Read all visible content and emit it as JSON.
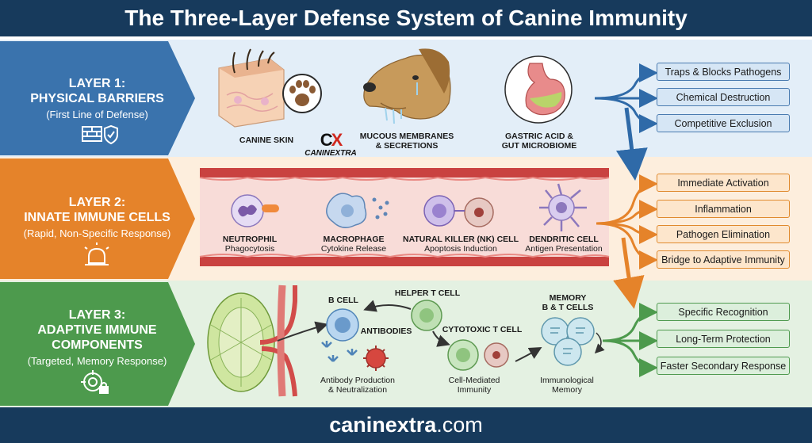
{
  "title": "The Three-Layer Defense System of Canine Immunity",
  "footer": {
    "brand_bold": "caninextra",
    "brand_rest": ".com"
  },
  "logo": {
    "mark_left": "C",
    "mark_right": "X",
    "word": "CANINEXTRA"
  },
  "colors": {
    "header": "#173a5c",
    "layer1": "#3a73ad",
    "layer2": "#e5832a",
    "layer3": "#4d9a4d"
  },
  "layers": [
    {
      "title_line1": "LAYER 1:",
      "title_line2": "PHYSICAL BARRIERS",
      "subtitle": "(First Line of Defense)",
      "icon": "shield-wall-icon",
      "items": [
        {
          "label": "CANINE SKIN"
        },
        {
          "label_line1": "MUCOUS MEMBRANES",
          "label_line2": "& SECRETIONS"
        },
        {
          "label_line1": "GASTRIC ACID &",
          "label_line2": "GUT MICROBIOME"
        }
      ],
      "outcomes": [
        "Traps & Blocks Pathogens",
        "Chemical Destruction",
        "Competitive Exclusion"
      ]
    },
    {
      "title_line1": "LAYER 2:",
      "title_line2": "INNATE IMMUNE CELLS",
      "subtitle": "(Rapid, Non-Specific Response)",
      "icon": "alarm-light-icon",
      "items": [
        {
          "name": "NEUTROPHIL",
          "role": "Phagocytosis"
        },
        {
          "name": "MACROPHAGE",
          "role": "Cytokine Release"
        },
        {
          "name": "NATURAL KILLER (NK) CELL",
          "role": "Apoptosis Induction"
        },
        {
          "name": "DENDRITIC CELL",
          "role": "Antigen Presentation"
        }
      ],
      "outcomes": [
        "Immediate Activation",
        "Inflammation",
        "Pathogen Elimination",
        "Bridge to Adaptive Immunity"
      ]
    },
    {
      "title_line1": "LAYER 3:",
      "title_line2": "ADAPTIVE IMMUNE",
      "title_line3": "COMPONENTS",
      "subtitle": "(Targeted, Memory Response)",
      "icon": "target-lock-icon",
      "labels": {
        "b_cell": "B CELL",
        "helper_t": "HELPER T CELL",
        "antibodies": "ANTIBODIES",
        "cytotoxic_t": "CYTOTOXIC T CELL",
        "memory_line1": "MEMORY",
        "memory_line2": "B & T CELLS",
        "antibody_prod_line1": "Antibody Production",
        "antibody_prod_line2": "& Neutralization",
        "cell_mediated_line1": "Cell-Mediated",
        "cell_mediated_line2": "Immunity",
        "immuno_memory_line1": "Immunological",
        "immuno_memory_line2": "Memory"
      },
      "outcomes": [
        "Specific Recognition",
        "Long-Term Protection",
        "Faster Secondary Response"
      ]
    }
  ]
}
